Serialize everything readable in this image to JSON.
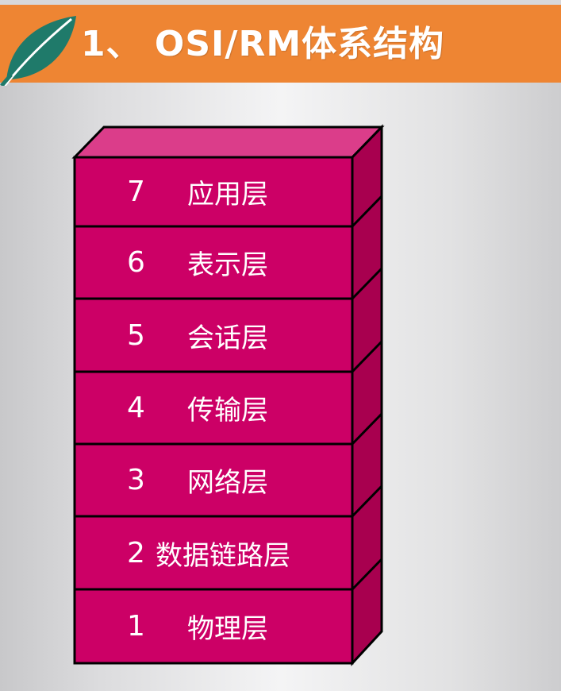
{
  "title": "1、 OSI/RM体系结构",
  "colors": {
    "banner": "#ee8533",
    "layer_front": "#cc0066",
    "layer_side": "#a8004f",
    "layer_top": "#db3d8a",
    "leaf": "#1f7a6a"
  },
  "icons": {
    "banner_icon": "leaf-icon"
  },
  "layers": [
    {
      "number": "7",
      "name": "应用层"
    },
    {
      "number": "6",
      "name": "表示层"
    },
    {
      "number": "5",
      "name": "会话层"
    },
    {
      "number": "4",
      "name": "传输层"
    },
    {
      "number": "3",
      "name": "网络层"
    },
    {
      "number": "2",
      "name": "数据链路层"
    },
    {
      "number": "1",
      "name": "物理层"
    }
  ]
}
